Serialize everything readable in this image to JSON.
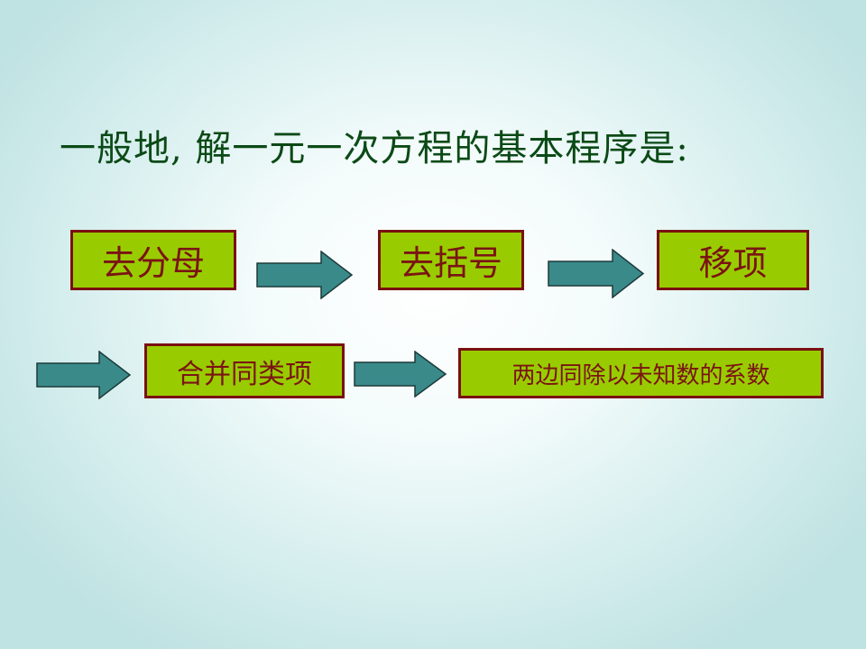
{
  "title": "一般地, 解一元一次方程的基本程序是:",
  "steps": [
    {
      "label": "去分母"
    },
    {
      "label": "去括号"
    },
    {
      "label": "移项"
    },
    {
      "label": "合并同类项"
    },
    {
      "label": "两边同除以未知数的系数"
    }
  ],
  "colors": {
    "box_fill": "#99cc00",
    "box_border": "#7a1010",
    "box_text": "#7a1414",
    "arrow_fill": "#3a8a8a",
    "arrow_stroke": "#1d3a3a",
    "title_text": "#0b4a16"
  }
}
